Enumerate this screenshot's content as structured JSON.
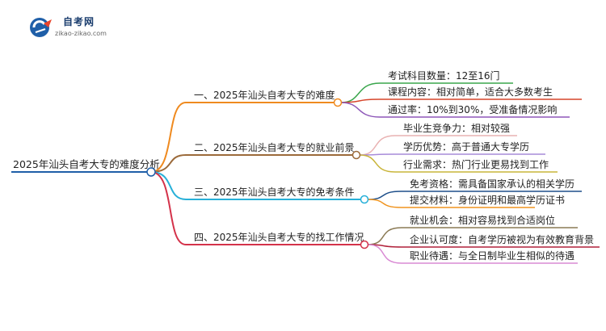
{
  "logo": {
    "name": "自考网",
    "url": "zikao-zikao.com"
  },
  "mindmap": {
    "root": "2025年汕头自考大专的难度分析",
    "branches": [
      {
        "label": "一、2025年汕头自考大专的难度",
        "color": "#ef8a1f",
        "children": [
          {
            "label": "考试科目数量：12至16门",
            "color": "#3aa64c"
          },
          {
            "label": "课程内容：相对简单，适合大多数考生",
            "color": "#d6452a"
          },
          {
            "label": "通过率：10%到30%，受准备情况影响",
            "color": "#8d57b8"
          }
        ]
      },
      {
        "label": "二、2025年汕头自考大专的就业前景",
        "color": "#9b6a3a",
        "children": [
          {
            "label": "毕业生竞争力：相对较强",
            "color": "#e9b2b2"
          },
          {
            "label": "学历优势：高于普通大专学历",
            "color": "#a78bd9"
          },
          {
            "label": "行业需求：热门行业更易找到工作",
            "color": "#c9b53a"
          }
        ]
      },
      {
        "label": "三、2025年汕头自考大专的免考条件",
        "color": "#27b0d8",
        "children": [
          {
            "label": "免考资格：需具备国家承认的相关学历",
            "color": "#1e4f8a"
          },
          {
            "label": "提交材料：身份证明和最高学历证书",
            "color": "#f0941f"
          }
        ]
      },
      {
        "label": "四、2025年汕头自考大专的找工作情况",
        "color": "#d4324a",
        "children": [
          {
            "label": "就业机会：相对容易找到合适岗位",
            "color": "#8a7a55"
          },
          {
            "label": "企业认可度：自考学历被视为有效教育背景",
            "color": "#b0203a"
          },
          {
            "label": "职业待遇：与全日制毕业生相似的待遇",
            "color": "#d98ad4"
          }
        ]
      }
    ],
    "root_color": "#1f5fa8"
  }
}
